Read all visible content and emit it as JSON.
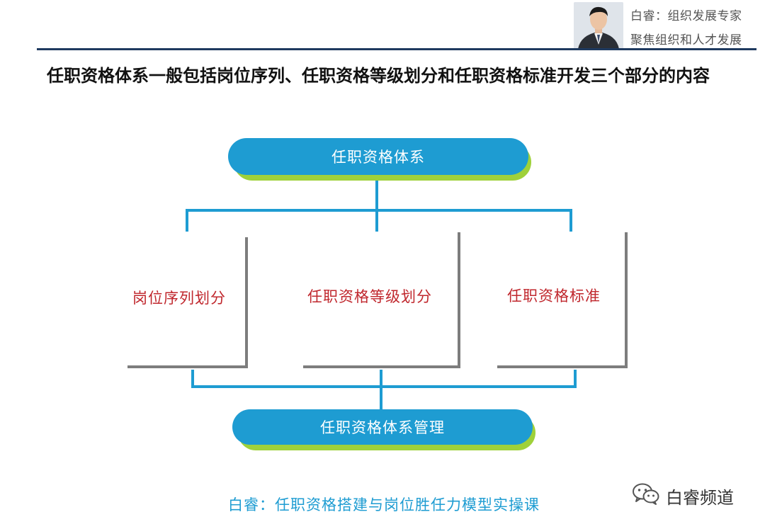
{
  "header": {
    "author_title": "白睿：组织发展专家",
    "author_tagline": "聚焦组织和人才发展"
  },
  "headline": "任职资格体系一般包括岗位序列、任职资格等级划分和任职资格标准开发三个部分的内容",
  "diagram": {
    "top_node": "任职资格体系",
    "categories": [
      "岗位序列划分",
      "任职资格等级划分",
      "任职资格标准"
    ],
    "bottom_node": "任职资格体系管理"
  },
  "footer": {
    "course_title": "白睿：任职资格搭建与岗位胜任力模型实操课",
    "channel_name": "白睿频道"
  },
  "colors": {
    "pill_blue": "#1e9cd2",
    "pill_shadow_green": "#9fd13a",
    "category_red": "#c0272d",
    "bracket_gray": "#7d7d7d",
    "header_rule": "#1f3a5f"
  },
  "icons": [
    "avatar-photo",
    "wechat-icon"
  ]
}
